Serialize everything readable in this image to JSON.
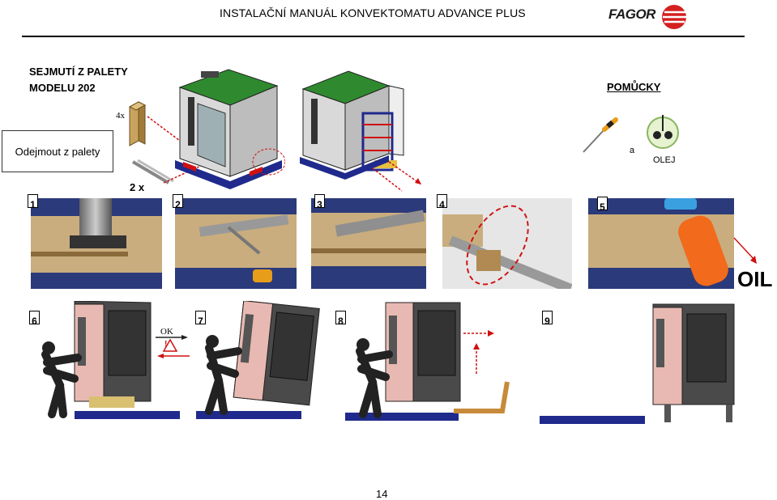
{
  "header": {
    "title": "INSTALAČNÍ MANUÁL KONVEKTOMATU ADVANCE PLUS",
    "brand": "FAGOR"
  },
  "section": {
    "line1": "SEJMUTÍ Z PALETY",
    "line2": "MODELU 202",
    "instruction": "Odejmout z palety",
    "qty_blocks": "4x",
    "qty_rails": "2 x"
  },
  "tools": {
    "title": "POMŮCKY",
    "conjunction": "a",
    "oil_label": "OLEJ"
  },
  "steps_row1": [
    "1",
    "2",
    "3",
    "4",
    "5"
  ],
  "oil_big": "OIL",
  "steps_row2": [
    "6",
    "7",
    "8",
    "9"
  ],
  "tilt": {
    "ok": "OK",
    "warn": "!"
  },
  "page_number": "14",
  "colors": {
    "oven_pink": "#e8b9b2",
    "oven_dark": "#4a4a4a",
    "pallet_blue": "#1f2a8c",
    "wood": "#b08a52",
    "arrow_red": "#d01010",
    "roof_green": "#2f8a2f"
  }
}
